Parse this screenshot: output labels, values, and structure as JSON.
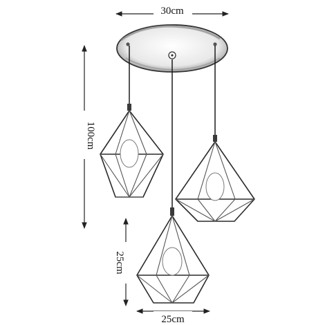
{
  "dimensions": {
    "canopy_width": "30cm",
    "drop_height": "100cm",
    "shade_height": "25cm",
    "shade_width": "25cm"
  },
  "colors": {
    "line": "#222222",
    "cage": "#2a2a2a",
    "canopy_shading": "#9a9a9a"
  }
}
